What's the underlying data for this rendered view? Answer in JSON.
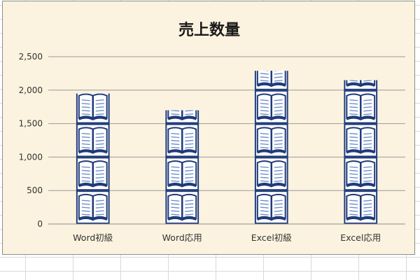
{
  "chart_data": {
    "type": "bar",
    "title": "売上数量",
    "categories": [
      "Word初級",
      "Word応用",
      "Excel初級",
      "Excel応用"
    ],
    "values": [
      1950,
      1700,
      2290,
      2150
    ],
    "ylim": [
      0,
      2500
    ],
    "yticks": [
      0,
      500,
      1000,
      1500,
      2000,
      2500
    ],
    "ytick_labels": [
      "0",
      "500",
      "1,000",
      "1,500",
      "2,000",
      "2,500"
    ],
    "grid": true,
    "pictograph_unit": 500,
    "pictograph_icon": "open-book-icon"
  },
  "colors": {
    "background": "#fbf3df",
    "icon_dark": "#1f3a7a",
    "icon_light": "#6f8fcb",
    "grid": "#9a9a9a"
  }
}
